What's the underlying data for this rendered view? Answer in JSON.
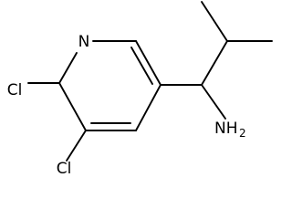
{
  "molecule": {
    "atom_labels": {
      "nitrogen": "N",
      "chlorine_upper": "Cl",
      "chlorine_lower": "Cl",
      "amine_main": "NH",
      "amine_subscript": "2"
    },
    "colors": {
      "bond": "#000000",
      "label": "#000000",
      "background": "#ffffff"
    }
  }
}
